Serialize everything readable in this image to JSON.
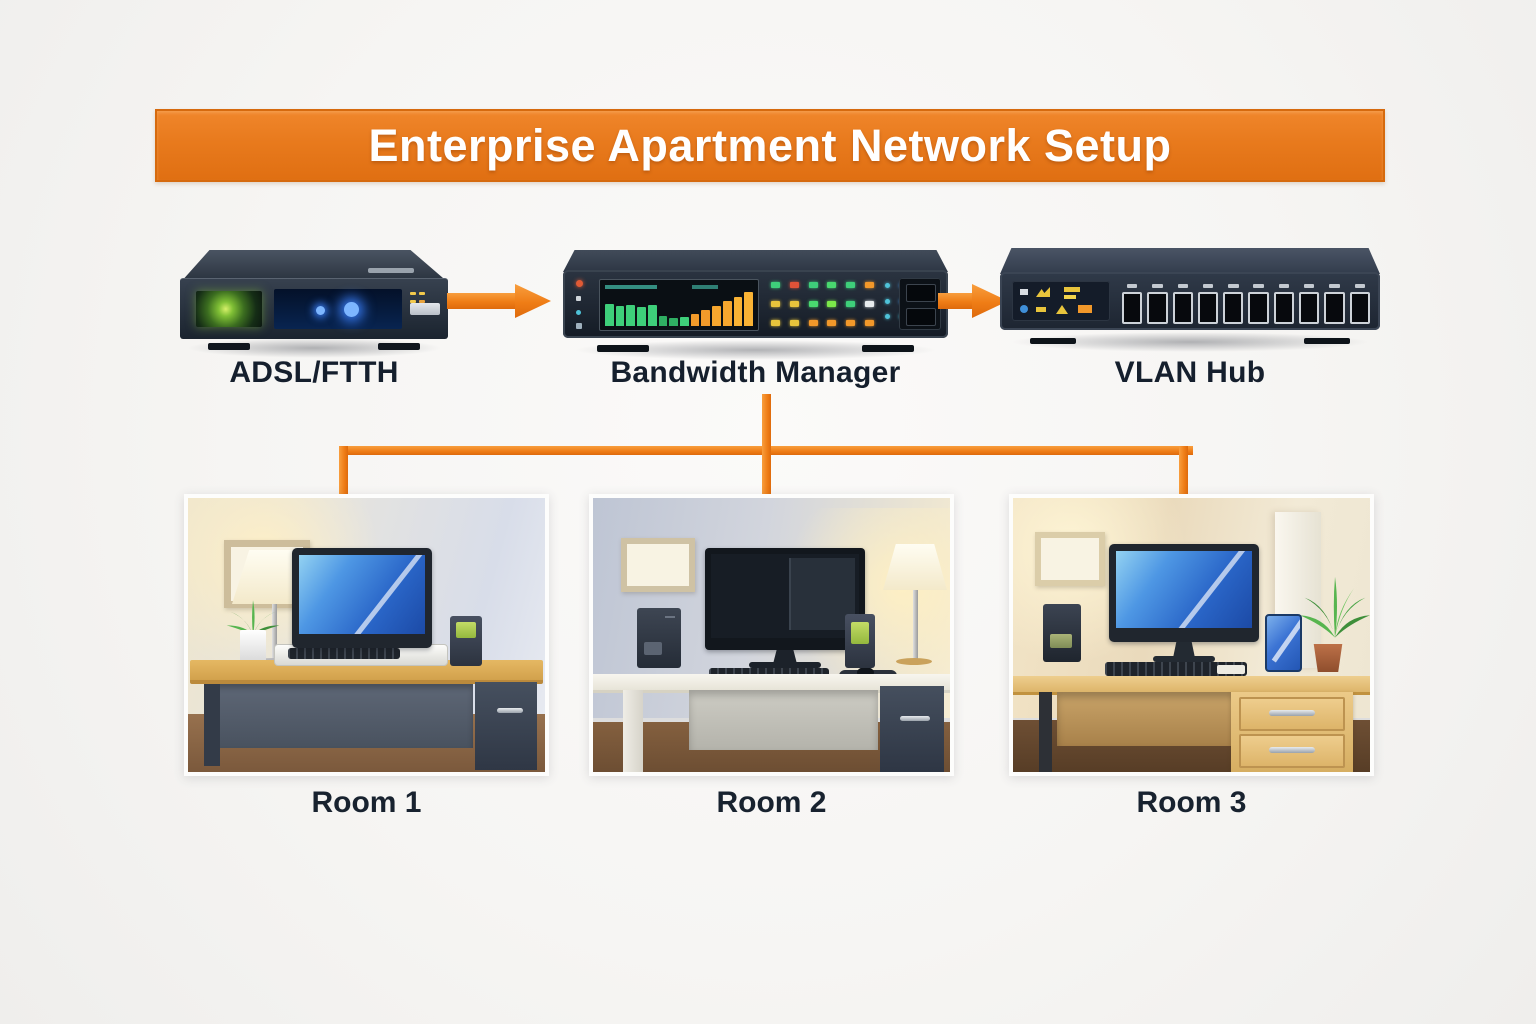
{
  "title": "Enterprise Apartment Network Setup",
  "devices": [
    {
      "id": "adsl-ftth",
      "label": "ADSL/FTTH"
    },
    {
      "id": "bandwidth-manager",
      "label": "Bandwidth Manager"
    },
    {
      "id": "vlan-hub",
      "label": "VLAN Hub"
    }
  ],
  "rooms": [
    {
      "id": "room-1",
      "label": "Room 1"
    },
    {
      "id": "room-2",
      "label": "Room 2"
    },
    {
      "id": "room-3",
      "label": "Room 3"
    }
  ],
  "connections": [
    {
      "from": "ADSL/FTTH",
      "to": "Bandwidth Manager",
      "style": "orange-arrow-right"
    },
    {
      "from": "Bandwidth Manager",
      "to": "VLAN Hub",
      "style": "orange-arrow-right"
    },
    {
      "from": "Bandwidth Manager",
      "to": "Room 1",
      "style": "orange-arrow-down"
    },
    {
      "from": "Bandwidth Manager",
      "to": "Room 2",
      "style": "orange-arrow-down"
    },
    {
      "from": "Bandwidth Manager",
      "to": "Room 3",
      "style": "orange-arrow-down"
    }
  ],
  "colors": {
    "banner": "#E8791D",
    "banner_border": "#D66A0E",
    "arrow": "#EF7D16",
    "background": "#F7F6F4",
    "label_text": "#151F2D",
    "device_body": "#27303D"
  },
  "bandwidth_manager_screen": {
    "bars": [
      {
        "color": "#3ecf7a",
        "h": 22
      },
      {
        "color": "#3ecf7a",
        "h": 20
      },
      {
        "color": "#3ecf7a",
        "h": 21
      },
      {
        "color": "#3ecf7a",
        "h": 19
      },
      {
        "color": "#3ecf7a",
        "h": 21
      },
      {
        "color": "#2fae62",
        "h": 10
      },
      {
        "color": "#2fae62",
        "h": 8
      },
      {
        "color": "#3ecf7a",
        "h": 9
      },
      {
        "color": "#f29a2a",
        "h": 12
      },
      {
        "color": "#f29a2a",
        "h": 16
      },
      {
        "color": "#f6a62e",
        "h": 20
      },
      {
        "color": "#f6a62e",
        "h": 25
      },
      {
        "color": "#f9b234",
        "h": 29
      },
      {
        "color": "#f9b234",
        "h": 34
      }
    ],
    "led_colors": [
      "#3ecf7a",
      "#e05238",
      "#3ecf7a",
      "#49d96f",
      "#3ecf7a",
      "#f2982a",
      "#e8c43c",
      "#e8c43c",
      "#49d96f",
      "#7ce84a",
      "#3ecf7a",
      "#e8ecef",
      "#e8c43c",
      "#e8c43c",
      "#f2982a",
      "#f2982a",
      "#f2982a",
      "#f2982a"
    ],
    "port_led_colors": [
      "#4fc3d9",
      "#3f8fd8",
      "#4fc3d9",
      "#4fc3d9",
      "#3f8fd8",
      "#4fc3d9",
      "#4fc3d9",
      "#4fc3d9",
      "#3f8fd8"
    ]
  },
  "vlan_hub_ports": {
    "count": 10
  }
}
